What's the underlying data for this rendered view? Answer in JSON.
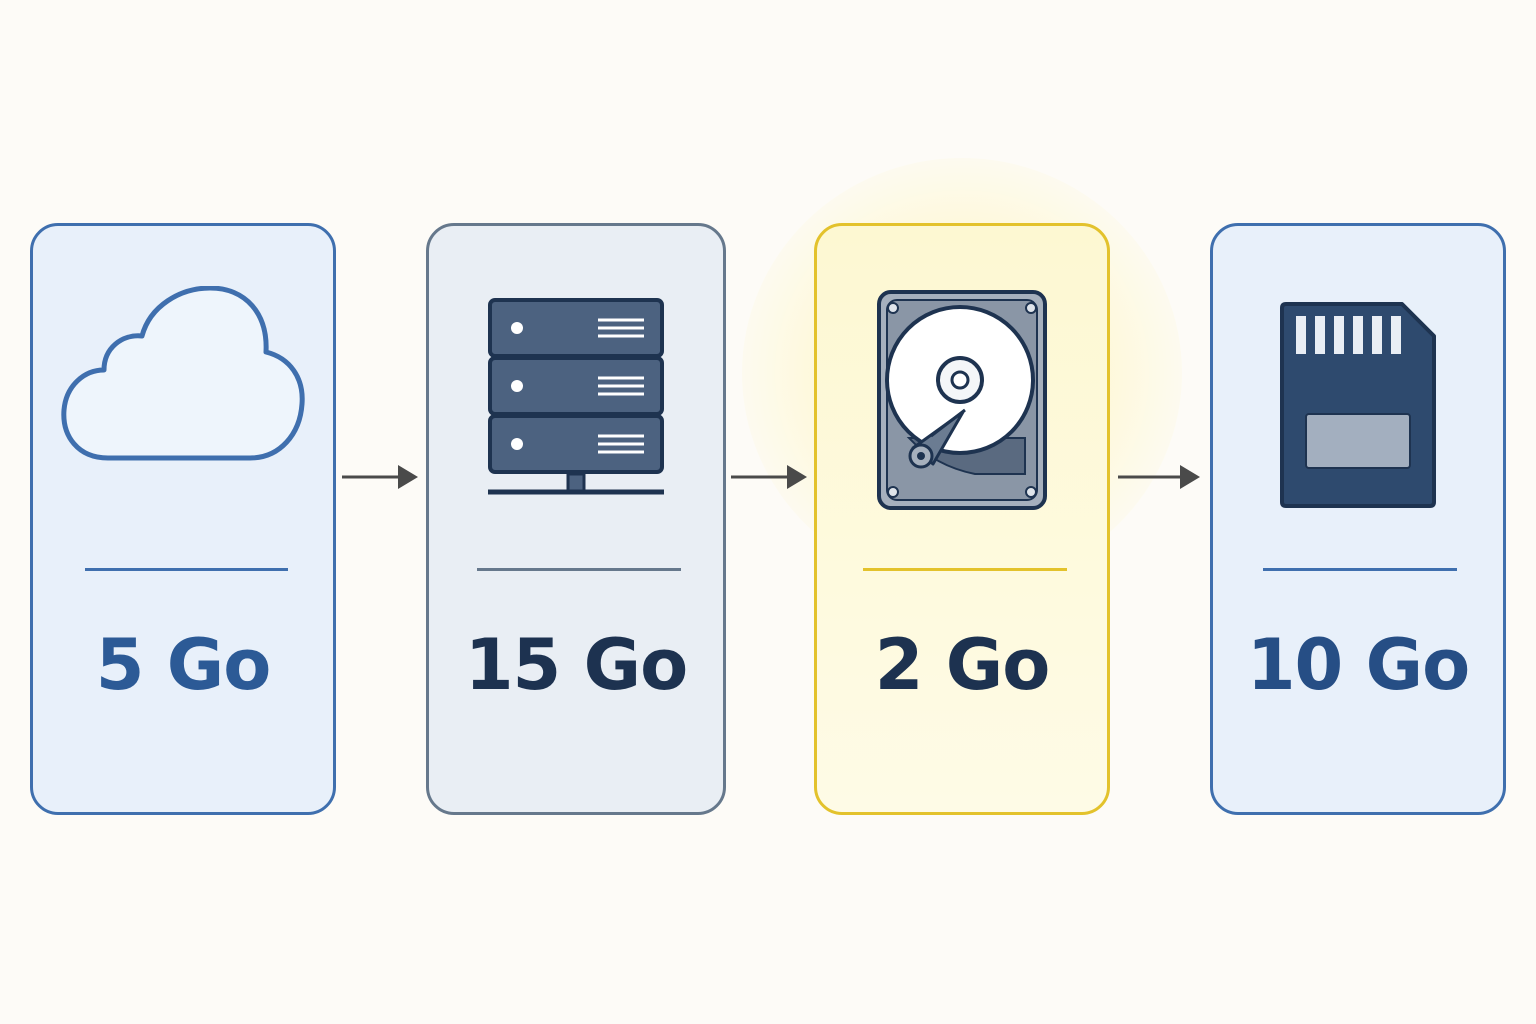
{
  "background": "#fdfbf7",
  "cards": [
    {
      "id": "cloud",
      "icon": "cloud-icon",
      "value": "5 Go",
      "border": "#3f6fae",
      "fill": "#e8f0fa",
      "divider": "#3f6fae",
      "text": "#2c5a96"
    },
    {
      "id": "server",
      "icon": "server-icon",
      "value": "15 Go",
      "border": "#66788c",
      "fill": "#e9eef4",
      "divider": "#66788c",
      "text": "#1d3250"
    },
    {
      "id": "hard-drive",
      "icon": "hard-drive-icon",
      "value": "2 Go",
      "border": "#e3c22c",
      "fill": "#fdf8d2",
      "divider": "#e3c22c",
      "text": "#1d3250",
      "highlighted": true
    },
    {
      "id": "sd-card",
      "icon": "sd-card-icon",
      "value": "10 Go",
      "border": "#3f6fae",
      "fill": "#e8f0fa",
      "divider": "#3f6fae",
      "text": "#264e85"
    }
  ],
  "arrow_color": "#4a4a4a"
}
